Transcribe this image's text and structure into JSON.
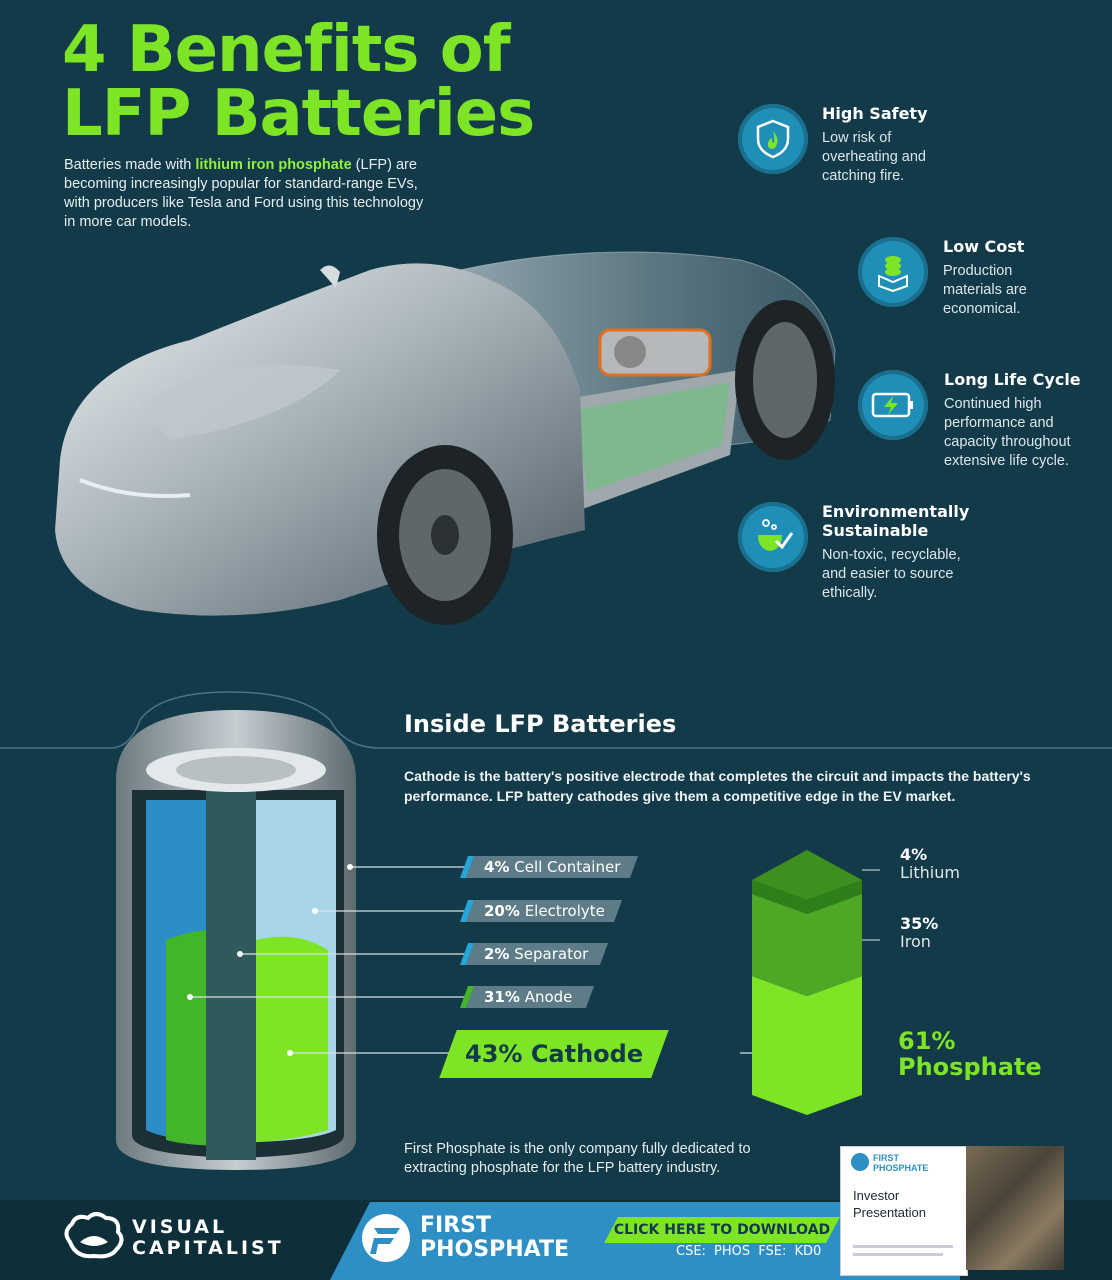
{
  "header": {
    "title_line1": "4 Benefits of",
    "title_line2": "LFP Batteries",
    "intro_before": "Batteries made with ",
    "intro_highlight": "lithium iron phosphate",
    "intro_after": " (LFP) are becoming increasingly popular for standard-range EVs, with producers like Tesla and Ford using this technology in more car models."
  },
  "benefits": [
    {
      "title": "High Safety",
      "desc": "Low risk of overheating and catching fire.",
      "icon": "shield-flame-icon"
    },
    {
      "title": "Low Cost",
      "desc": "Production materials are economical.",
      "icon": "coins-box-icon"
    },
    {
      "title": "Long Life Cycle",
      "desc": "Continued high performance and capacity throughout extensive life cycle.",
      "icon": "battery-bolt-icon"
    },
    {
      "title": "Environmentally Sustainable",
      "desc": "Non-toxic, recyclable, and easier to source ethically.",
      "icon": "flask-check-icon"
    }
  ],
  "inside": {
    "title": "Inside LFP Batteries",
    "desc": "Cathode is the battery's positive electrode that completes the circuit and impacts the battery's performance. LFP battery cathodes give them a competitive edge in the EV market.",
    "components": [
      {
        "pct": "4%",
        "name": "Cell Container"
      },
      {
        "pct": "20%",
        "name": "Electrolyte"
      },
      {
        "pct": "2%",
        "name": "Separator"
      },
      {
        "pct": "31%",
        "name": "Anode"
      }
    ],
    "cathode": {
      "pct": "43%",
      "name": "Cathode"
    }
  },
  "cathode_composition": [
    {
      "pct": "4%",
      "name": "Lithium",
      "value": 4
    },
    {
      "pct": "35%",
      "name": "Iron",
      "value": 35
    },
    {
      "pct": "61%",
      "name": "Phosphate",
      "value": 61
    }
  ],
  "footer": {
    "note": "First Phosphate is the only company fully dedicated to extracting phosphate for the LFP battery industry.",
    "vc_line1": "VISUAL",
    "vc_line2": "CAPITALIST",
    "fp_line1": "FIRST",
    "fp_line2": "PHOSPHATE",
    "cta": "CLICK HERE TO DOWNLOAD",
    "tickers": "CSE: PHOS   FSE: KD0",
    "doc_brand1": "FIRST",
    "doc_brand2": "PHOSPHATE",
    "doc_title_line1": "Investor",
    "doc_title_line2": "Presentation"
  },
  "colors": {
    "background": "#123a48",
    "accent": "#7ee526",
    "blue": "#1f8fb8"
  }
}
